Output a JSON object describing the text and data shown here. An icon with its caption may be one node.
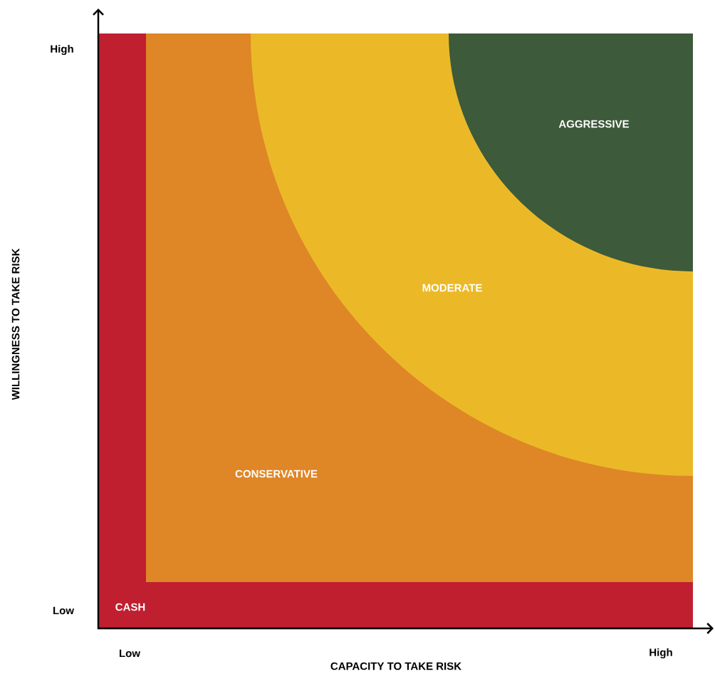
{
  "diagram": {
    "nodes": [
      {
        "text": [
          "CASH"
        ]
      },
      {
        "text": [
          "CONSERVATIVE"
        ],
        "in": 0
      },
      {
        "text": [
          "MODERATE"
        ],
        "in": 1
      },
      {
        "text": [
          "AGGRESSIVE"
        ],
        "in": 2
      }
    ],
    "labels": [
      "High",
      "WILLINGNESS TO TAKE RISK",
      "Low",
      "Low",
      "High",
      "CAPACITY TO TAKE RISK"
    ]
  }
}
